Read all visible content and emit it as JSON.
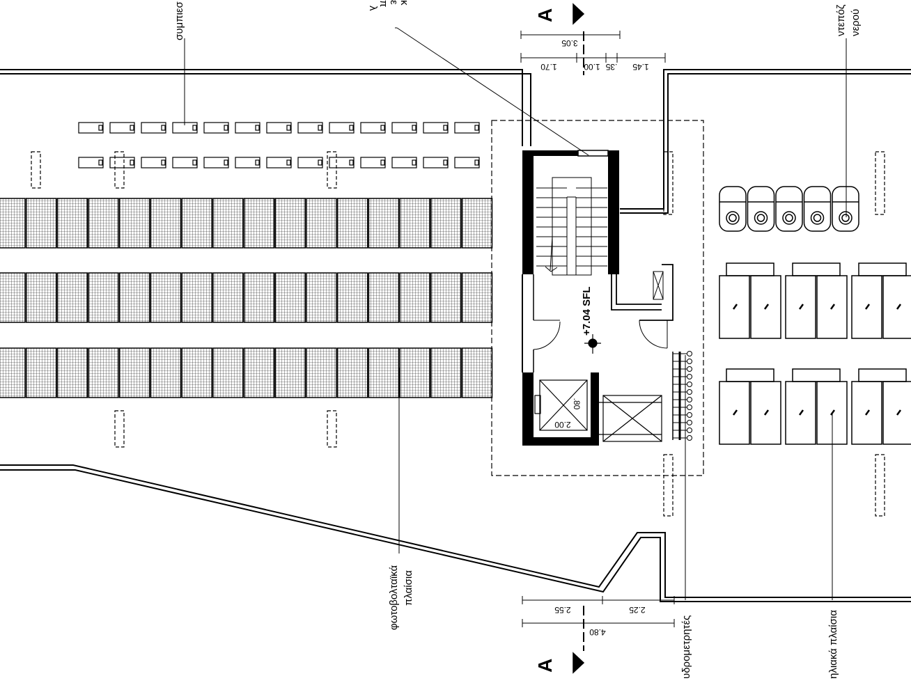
{
  "labels": {
    "pv_panels_line1": "φωτοβολταϊκά",
    "pv_panels_line2": "πλαίσια",
    "water_meters": "υδρομετρητές",
    "solar_panels": "ηλιακά πλαίσια",
    "water_tanks_line1": "ντεπόζ",
    "water_tanks_line2": "νερού",
    "compressors_partial": "συμπιεσ",
    "top_partial_1": "λ",
    "top_partial_2": "π",
    "top_partial_3": "ε",
    "top_partial_4": "κ"
  },
  "level": "+7.04 SFL",
  "section_marker": "A",
  "dimensions": {
    "top_total": "3.05",
    "top_a": "1.70",
    "top_b": "1.00",
    "top_c": ".35",
    "top_d": "1.45",
    "bottom_a": "2.55",
    "bottom_b": "2.25",
    "bottom_total": "4.80",
    "elevator_w": "2.00",
    "elevator_d": ".80"
  }
}
